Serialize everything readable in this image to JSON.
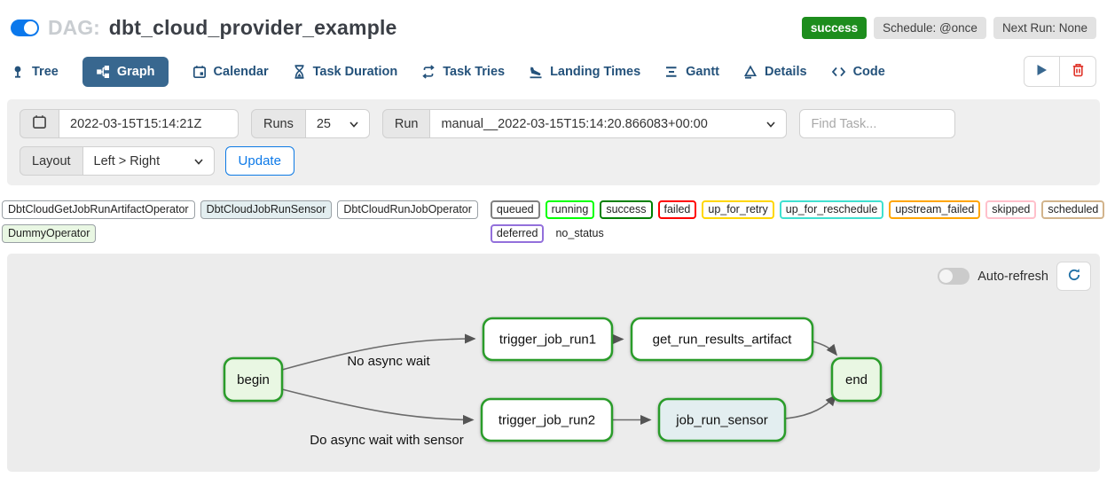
{
  "header": {
    "toggle_state": "on",
    "dag_prefix": "DAG:",
    "dag_name": "dbt_cloud_provider_example",
    "status_badge": "success",
    "schedule_badge": "Schedule: @once",
    "next_run_badge": "Next Run: None"
  },
  "tabs": [
    {
      "label": "Tree",
      "icon": "tree-icon",
      "active": false
    },
    {
      "label": "Graph",
      "icon": "graph-icon",
      "active": true
    },
    {
      "label": "Calendar",
      "icon": "calendar-icon",
      "active": false
    },
    {
      "label": "Task Duration",
      "icon": "hourglass-icon",
      "active": false
    },
    {
      "label": "Task Tries",
      "icon": "repeat-icon",
      "active": false
    },
    {
      "label": "Landing Times",
      "icon": "plane-landing-icon",
      "active": false
    },
    {
      "label": "Gantt",
      "icon": "gantt-icon",
      "active": false
    },
    {
      "label": "Details",
      "icon": "triangle-icon",
      "active": false
    },
    {
      "label": "Code",
      "icon": "code-icon",
      "active": false
    }
  ],
  "toolbar": {
    "play_icon": "play-icon",
    "delete_icon": "trash-icon"
  },
  "filter_bar": {
    "date_value": "2022-03-15T15:14:21Z",
    "runs_label": "Runs",
    "runs_value": "25",
    "run_label": "Run",
    "run_value": "manual__2022-03-15T15:14:20.866083+00:00",
    "find_task_placeholder": "Find Task...",
    "layout_label": "Layout",
    "layout_value": "Left > Right",
    "update_label": "Update"
  },
  "legend": {
    "operators": [
      {
        "label": "DbtCloudGetJobRunArtifactOperator",
        "fill": "#ffffff"
      },
      {
        "label": "DbtCloudJobRunSensor",
        "fill": "#e3eef0"
      },
      {
        "label": "DbtCloudRunJobOperator",
        "fill": "#ffffff"
      },
      {
        "label": "DummyOperator",
        "fill": "#e9f7e3"
      }
    ],
    "statuses": [
      {
        "label": "queued",
        "color": "#808080"
      },
      {
        "label": "running",
        "color": "#00ff00"
      },
      {
        "label": "success",
        "color": "#008000"
      },
      {
        "label": "failed",
        "color": "#ff0000"
      },
      {
        "label": "up_for_retry",
        "color": "#ffd700"
      },
      {
        "label": "up_for_reschedule",
        "color": "#40e0d0"
      },
      {
        "label": "upstream_failed",
        "color": "#ffa500"
      },
      {
        "label": "skipped",
        "color": "#ffc0cb"
      },
      {
        "label": "scheduled",
        "color": "#d2b48c"
      },
      {
        "label": "deferred",
        "color": "#9370db"
      },
      {
        "label": "no_status",
        "color": "transparent"
      }
    ]
  },
  "graph": {
    "auto_refresh_label": "Auto-refresh",
    "node_border_color": "#2a9c2a",
    "nodes": [
      {
        "label": "begin",
        "fill": "#e9f7e3"
      },
      {
        "label": "trigger_job_run1",
        "fill": "#ffffff"
      },
      {
        "label": "get_run_results_artifact",
        "fill": "#ffffff"
      },
      {
        "label": "trigger_job_run2",
        "fill": "#ffffff"
      },
      {
        "label": "job_run_sensor",
        "fill": "#e3eef0"
      },
      {
        "label": "end",
        "fill": "#e9f7e3"
      }
    ],
    "edge_labels": [
      {
        "text": "No async wait"
      },
      {
        "text": "Do async wait with sensor"
      }
    ]
  },
  "colors": {
    "accent_blue": "#0b78ec",
    "tab_navy": "#24527b",
    "active_tab_bg": "#38678f",
    "success_green": "#1d8d1d",
    "delete_red": "#e0352b"
  }
}
